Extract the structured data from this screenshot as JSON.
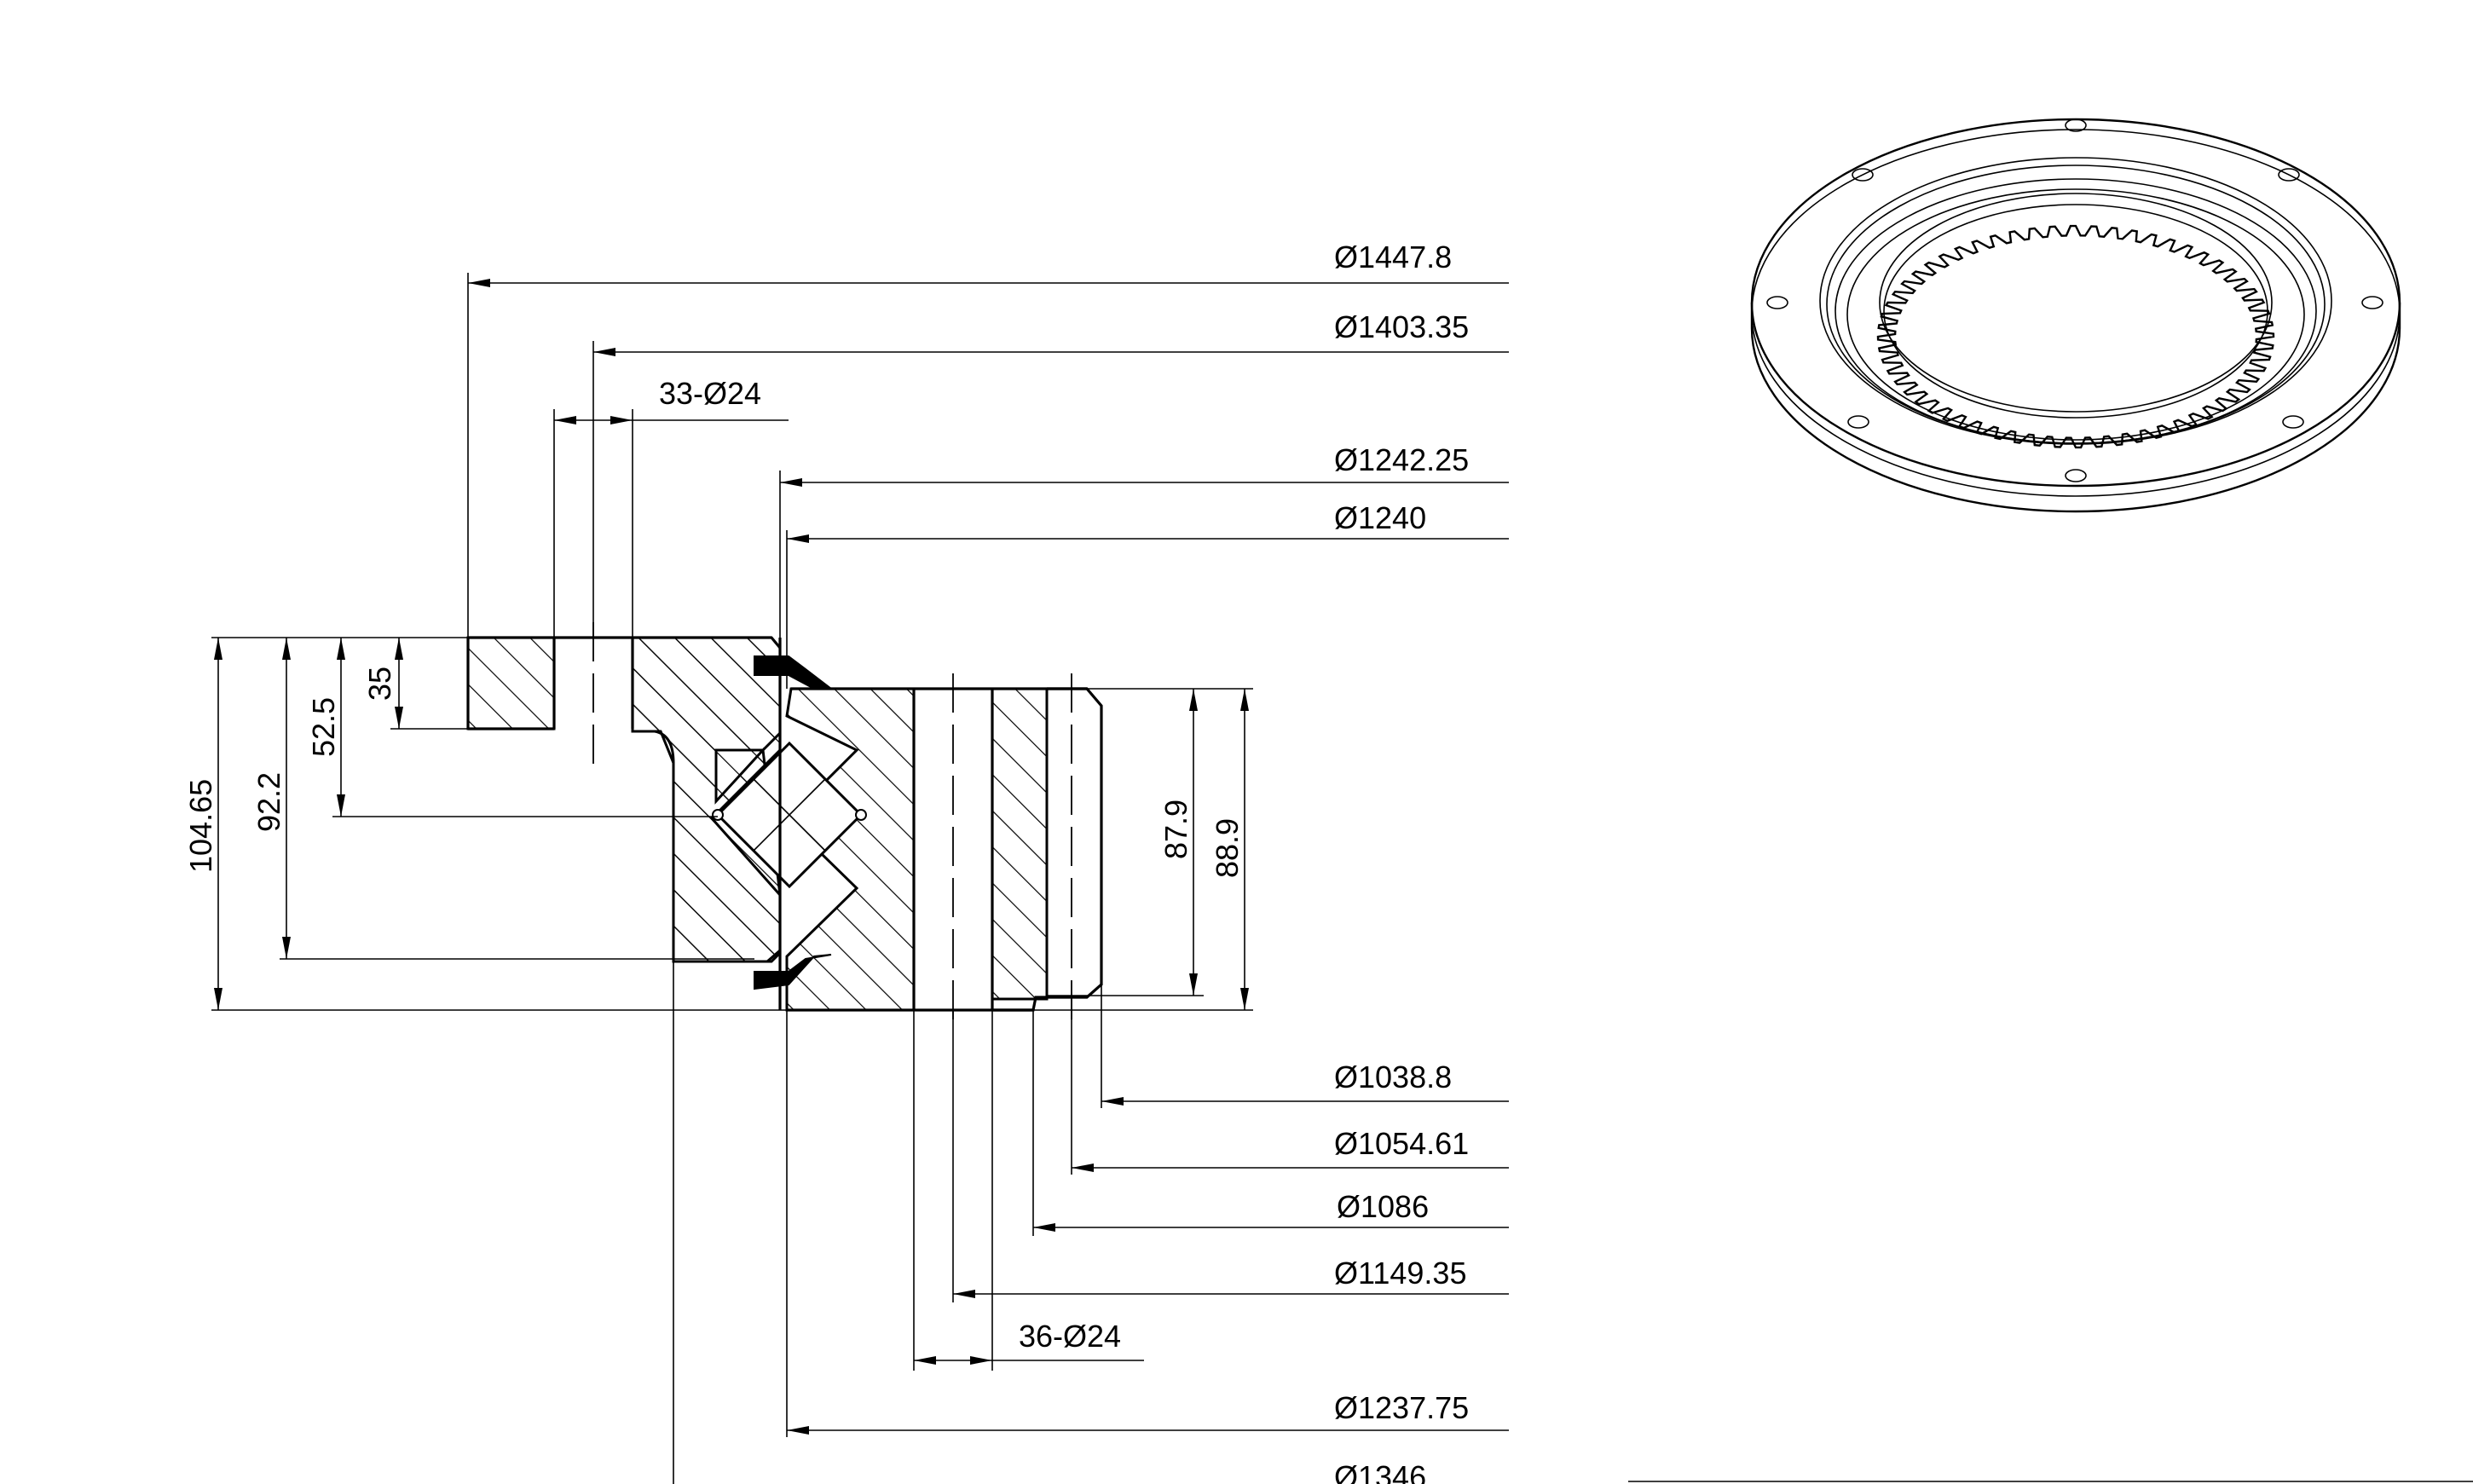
{
  "dimensions": {
    "od_outer": "Ø1447.8",
    "bolt_circle_outer": "Ø1403.35",
    "holes_outer": "33-Ø24",
    "d_1242": "Ø1242.25",
    "d_1240": "Ø1240",
    "h_35": "35",
    "h_52_5": "52.5",
    "h_92_2": "92.2",
    "h_104_65": "104.65",
    "h_87_9": "87.9",
    "h_88_9": "88.9",
    "d_1038": "Ø1038.8",
    "d_1054": "Ø1054.61",
    "d_1086": "Ø1086",
    "bolt_circle_inner": "Ø1149.35",
    "holes_inner": "36-Ø24",
    "d_1237": "Ø1237.75",
    "d_1346": "Ø1346"
  }
}
